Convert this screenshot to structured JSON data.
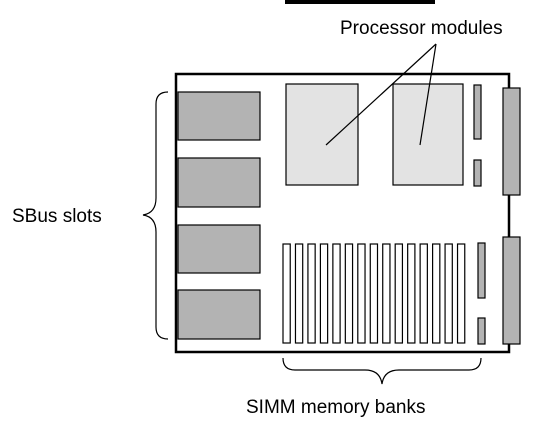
{
  "labels": {
    "processor_modules": "Processor modules",
    "sbus_slots": "SBus slots",
    "simm_memory_banks": "SIMM memory banks"
  },
  "components": {
    "sbus_slot_count": 4,
    "processor_module_count": 2,
    "simm_slot_count": 15
  },
  "colors": {
    "sbus_slot_fill": "#b3b3b3",
    "processor_module_fill": "#e3e3e3",
    "connector_fill": "#b3b3b3",
    "board_outline": "#000000"
  }
}
